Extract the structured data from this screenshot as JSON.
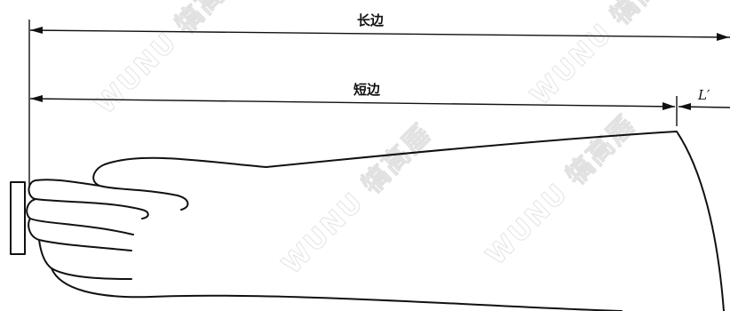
{
  "labels": {
    "long_side": "长边",
    "short_side": "短边",
    "cuff_length": "L′"
  },
  "watermark": {
    "text": "WUNU 犒高厜"
  },
  "colors": {
    "line": "#111111",
    "watermark": "#c9c9c9",
    "background": "#ffffff"
  }
}
